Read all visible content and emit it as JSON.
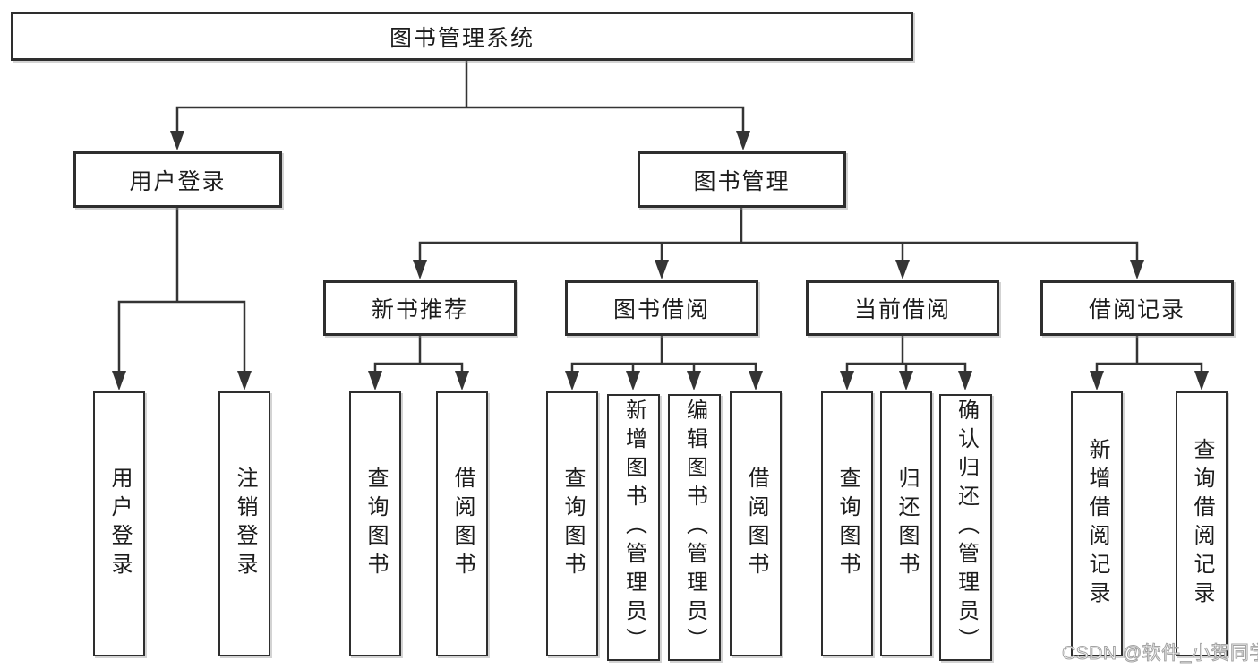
{
  "tree": {
    "root": "图书管理系统",
    "user_login": "用户登录",
    "book_mgmt": "图书管理",
    "new_book_rec": "新书推荐",
    "book_borrow": "图书借阅",
    "current_borrow": "当前借阅",
    "borrow_records": "借阅记录",
    "user_login_children": [
      "用户登录",
      "注销登录"
    ],
    "new_book_rec_children": [
      "查询图书",
      "借阅图书"
    ],
    "book_borrow_children": [
      "查询图书",
      "新增图书（管理员）",
      "编辑图书（管理员）",
      "借阅图书"
    ],
    "current_borrow_children": [
      "查询图书",
      "归还图书",
      "确认归还（管理员）"
    ],
    "borrow_records_children": [
      "新增借阅记录",
      "查询借阅记录"
    ]
  },
  "watermark": "CSDN @软件_小贺同学",
  "colors": {
    "line": "#343434",
    "box_border": "#2e2e2e",
    "text": "#1c1c1c",
    "background": "#ffffff",
    "watermark_outline": "#a3a3a3"
  }
}
